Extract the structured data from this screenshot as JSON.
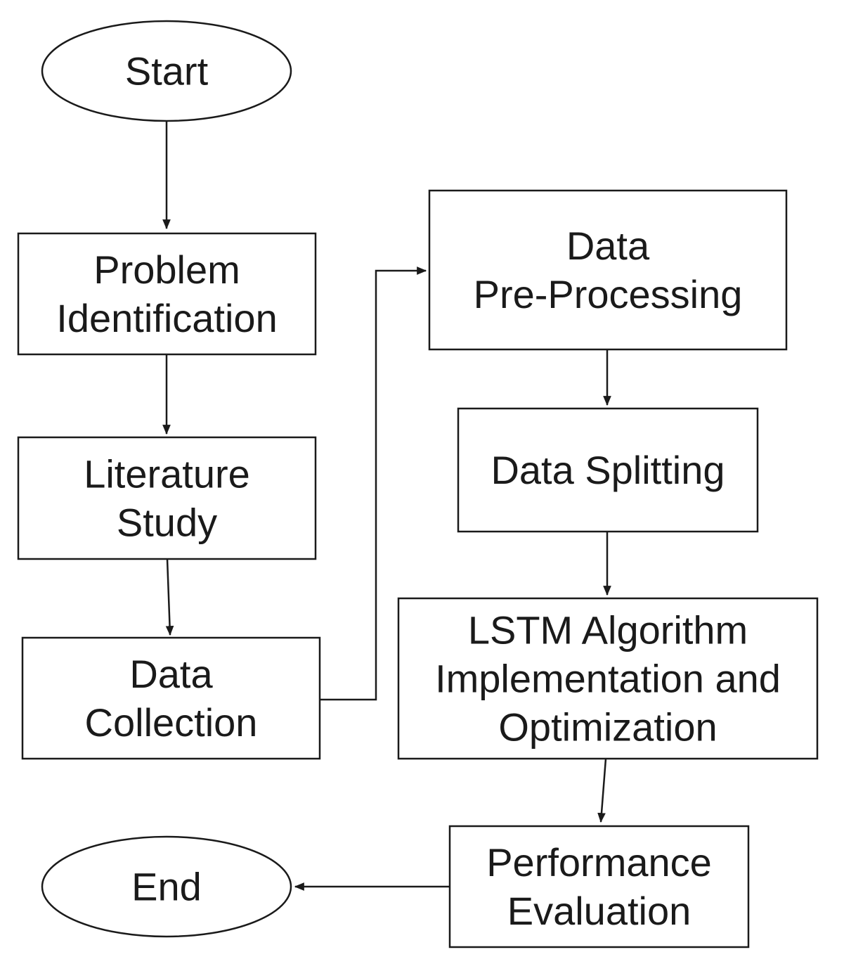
{
  "diagram": {
    "type": "flowchart",
    "nodes": [
      {
        "id": "start",
        "shape": "ellipse",
        "lines": [
          "Start"
        ]
      },
      {
        "id": "problem",
        "shape": "rect",
        "lines": [
          "Problem",
          "Identification"
        ]
      },
      {
        "id": "literature",
        "shape": "rect",
        "lines": [
          "Literature",
          "Study"
        ]
      },
      {
        "id": "collection",
        "shape": "rect",
        "lines": [
          "Data",
          "Collection"
        ]
      },
      {
        "id": "preprocessing",
        "shape": "rect",
        "lines": [
          "Data",
          "Pre-Processing"
        ]
      },
      {
        "id": "splitting",
        "shape": "rect",
        "lines": [
          "Data Splitting"
        ]
      },
      {
        "id": "lstm",
        "shape": "rect",
        "lines": [
          "LSTM Algorithm",
          "Implementation and",
          "Optimization"
        ]
      },
      {
        "id": "evaluation",
        "shape": "rect",
        "lines": [
          "Performance",
          "Evaluation"
        ]
      },
      {
        "id": "end",
        "shape": "ellipse",
        "lines": [
          "End"
        ]
      }
    ],
    "edges": [
      {
        "from": "start",
        "to": "problem"
      },
      {
        "from": "problem",
        "to": "literature"
      },
      {
        "from": "literature",
        "to": "collection"
      },
      {
        "from": "collection",
        "to": "preprocessing"
      },
      {
        "from": "preprocessing",
        "to": "splitting"
      },
      {
        "from": "splitting",
        "to": "lstm"
      },
      {
        "from": "lstm",
        "to": "evaluation"
      },
      {
        "from": "evaluation",
        "to": "end"
      }
    ]
  }
}
